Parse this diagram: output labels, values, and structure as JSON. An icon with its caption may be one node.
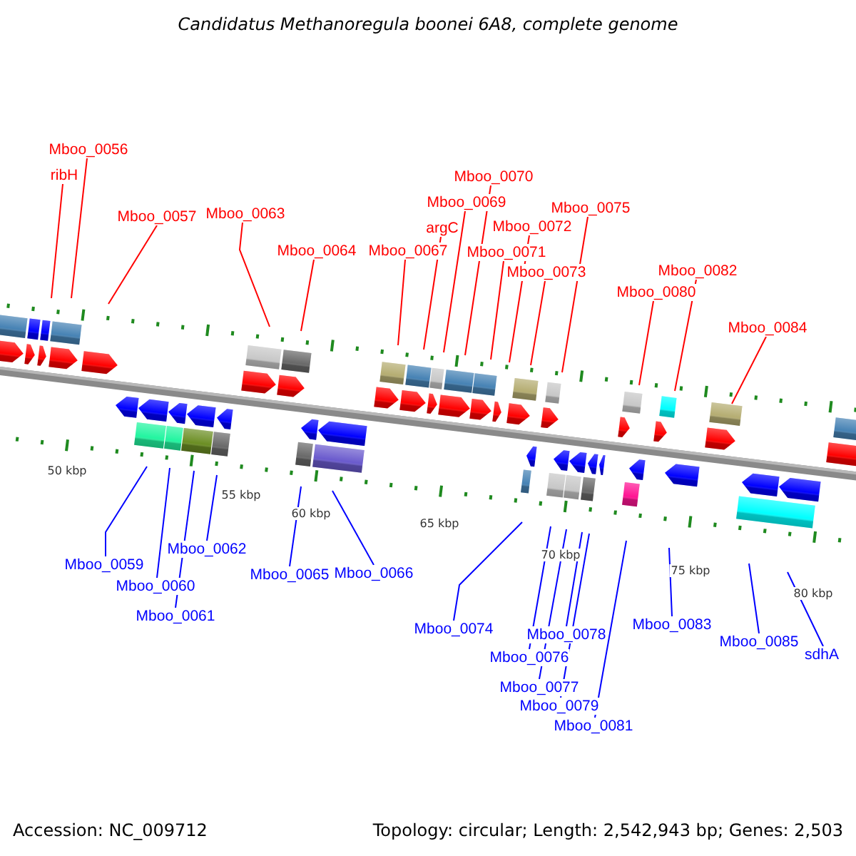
{
  "diagram": {
    "title": "Candidatus Methanoregula boonei 6A8, complete genome",
    "nodes": [
      {
        "text": [
          "Mboo_0056"
        ]
      },
      {
        "text": [
          "ribH"
        ]
      },
      {
        "text": [
          "Mboo_0057"
        ]
      },
      {
        "text": [
          "Mboo_0063"
        ]
      },
      {
        "text": [
          "Mboo_0064"
        ]
      },
      {
        "text": [
          "Mboo_0067"
        ]
      },
      {
        "text": [
          "argC"
        ]
      },
      {
        "text": [
          "Mboo_0069"
        ]
      },
      {
        "text": [
          "Mboo_0070"
        ]
      },
      {
        "text": [
          "Mboo_0071"
        ]
      },
      {
        "text": [
          "Mboo_0072"
        ]
      },
      {
        "text": [
          "Mboo_0073"
        ]
      },
      {
        "text": [
          "Mboo_0075"
        ]
      },
      {
        "text": [
          "Mboo_0080"
        ]
      },
      {
        "text": [
          "Mboo_0082"
        ]
      },
      {
        "text": [
          "Mboo_0084"
        ]
      },
      {
        "text": [
          "Mboo_0059"
        ]
      },
      {
        "text": [
          "Mboo_0060"
        ]
      },
      {
        "text": [
          "Mboo_0061"
        ]
      },
      {
        "text": [
          "Mboo_0062"
        ]
      },
      {
        "text": [
          "Mboo_0065"
        ]
      },
      {
        "text": [
          "Mboo_0066"
        ]
      },
      {
        "text": [
          "Mboo_0074"
        ]
      },
      {
        "text": [
          "Mboo_0076"
        ]
      },
      {
        "text": [
          "Mboo_0077"
        ]
      },
      {
        "text": [
          "Mboo_0078"
        ]
      },
      {
        "text": [
          "Mboo_0079"
        ]
      },
      {
        "text": [
          "Mboo_0081"
        ]
      },
      {
        "text": [
          "Mboo_0083"
        ]
      },
      {
        "text": [
          "Mboo_0085"
        ]
      },
      {
        "text": [
          "sdhA"
        ]
      }
    ],
    "edges": [
      {
        "from": 0,
        "to": null,
        "arrow": "none"
      },
      {
        "from": 1,
        "to": null,
        "arrow": "none"
      },
      {
        "from": 2,
        "to": null,
        "arrow": "none"
      },
      {
        "from": 3,
        "to": null,
        "arrow": "none"
      },
      {
        "from": 4,
        "to": null,
        "arrow": "none"
      },
      {
        "from": 5,
        "to": null,
        "arrow": "none"
      },
      {
        "from": 6,
        "to": null,
        "arrow": "none"
      },
      {
        "from": 7,
        "to": null,
        "arrow": "none"
      },
      {
        "from": 8,
        "to": null,
        "arrow": "none"
      },
      {
        "from": 9,
        "to": null,
        "arrow": "none"
      },
      {
        "from": 10,
        "to": null,
        "arrow": "none"
      },
      {
        "from": 11,
        "to": null,
        "arrow": "none"
      },
      {
        "from": 12,
        "to": null,
        "arrow": "none"
      },
      {
        "from": 13,
        "to": null,
        "arrow": "none"
      },
      {
        "from": 14,
        "to": null,
        "arrow": "none"
      },
      {
        "from": 15,
        "to": null,
        "arrow": "none"
      },
      {
        "from": 16,
        "to": null,
        "arrow": "none",
        "color": "#0000ff"
      },
      {
        "from": 17,
        "to": null,
        "arrow": "none",
        "color": "#0000ff"
      },
      {
        "from": 18,
        "to": null,
        "arrow": "none",
        "color": "#0000ff"
      },
      {
        "from": 19,
        "to": null,
        "arrow": "none",
        "color": "#0000ff"
      },
      {
        "from": 20,
        "to": null,
        "arrow": "none",
        "color": "#0000ff"
      },
      {
        "from": 21,
        "to": null,
        "arrow": "none",
        "color": "#0000ff"
      },
      {
        "from": 22,
        "to": null,
        "arrow": "none",
        "color": "#0000ff"
      },
      {
        "from": 23,
        "to": null,
        "arrow": "none",
        "color": "#0000ff"
      },
      {
        "from": 24,
        "to": null,
        "arrow": "none",
        "color": "#0000ff"
      },
      {
        "from": 25,
        "to": null,
        "arrow": "none",
        "color": "#0000ff"
      },
      {
        "from": 26,
        "to": null,
        "arrow": "none",
        "color": "#0000ff"
      },
      {
        "from": 27,
        "to": null,
        "arrow": "none",
        "color": "#0000ff"
      },
      {
        "from": 28,
        "to": null,
        "arrow": "none",
        "color": "#0000ff"
      },
      {
        "from": 29,
        "to": null,
        "arrow": "none",
        "color": "#0000ff"
      },
      {
        "from": 30,
        "to": null,
        "arrow": "none",
        "color": "#0000ff"
      }
    ],
    "labels": [
      "50 kbp",
      "55 kbp",
      "60 kbp",
      "65 kbp",
      "70 kbp",
      "75 kbp",
      "80 kbp",
      "Accession: NC_009712",
      "Topology: circular; Length: 2,542,943 bp; Genes: 2,503"
    ]
  }
}
